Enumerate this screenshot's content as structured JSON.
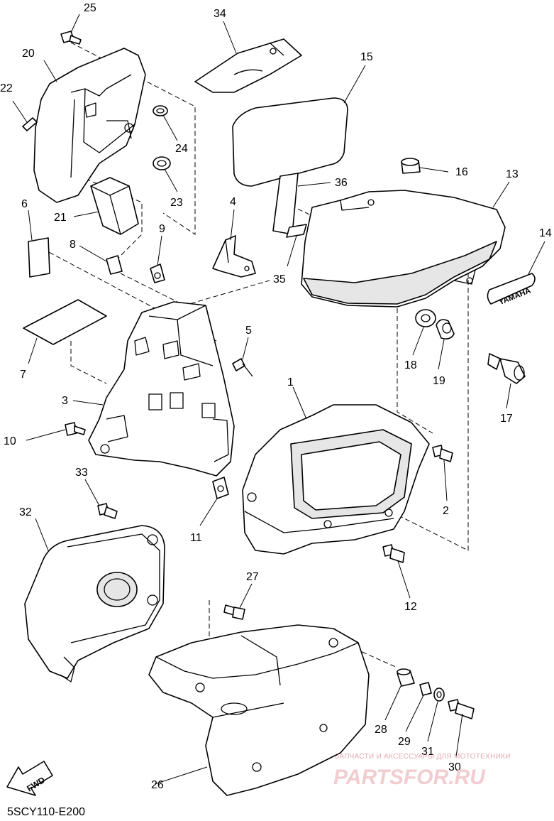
{
  "diagram_code": "5SCY110-E200",
  "fwd_label": "FWD",
  "badge_text": "YAMAHA",
  "watermark": {
    "tagline": "ЗАПЧАСТИ И АКСЕССУАРЫ ДЛЯ МОТОТЕХНИКИ",
    "logo": "PARTSFOR.RU"
  },
  "callouts": {
    "c1": "1",
    "c2": "2",
    "c3": "3",
    "c4": "4",
    "c5": "5",
    "c6": "6",
    "c7": "7",
    "c8": "8",
    "c9": "9",
    "c10": "10",
    "c11": "11",
    "c12": "12",
    "c13": "13",
    "c14": "14",
    "c15": "15",
    "c16": "16",
    "c17": "17",
    "c18": "18",
    "c19": "19",
    "c20": "20",
    "c21": "21",
    "c22": "22",
    "c23": "23",
    "c24": "24",
    "c25": "25",
    "c26": "26",
    "c27": "27",
    "c28": "28",
    "c29": "29",
    "c30": "30",
    "c31": "31",
    "c32": "32",
    "c33": "33",
    "c34": "34",
    "c35": "35",
    "c36": "36"
  }
}
